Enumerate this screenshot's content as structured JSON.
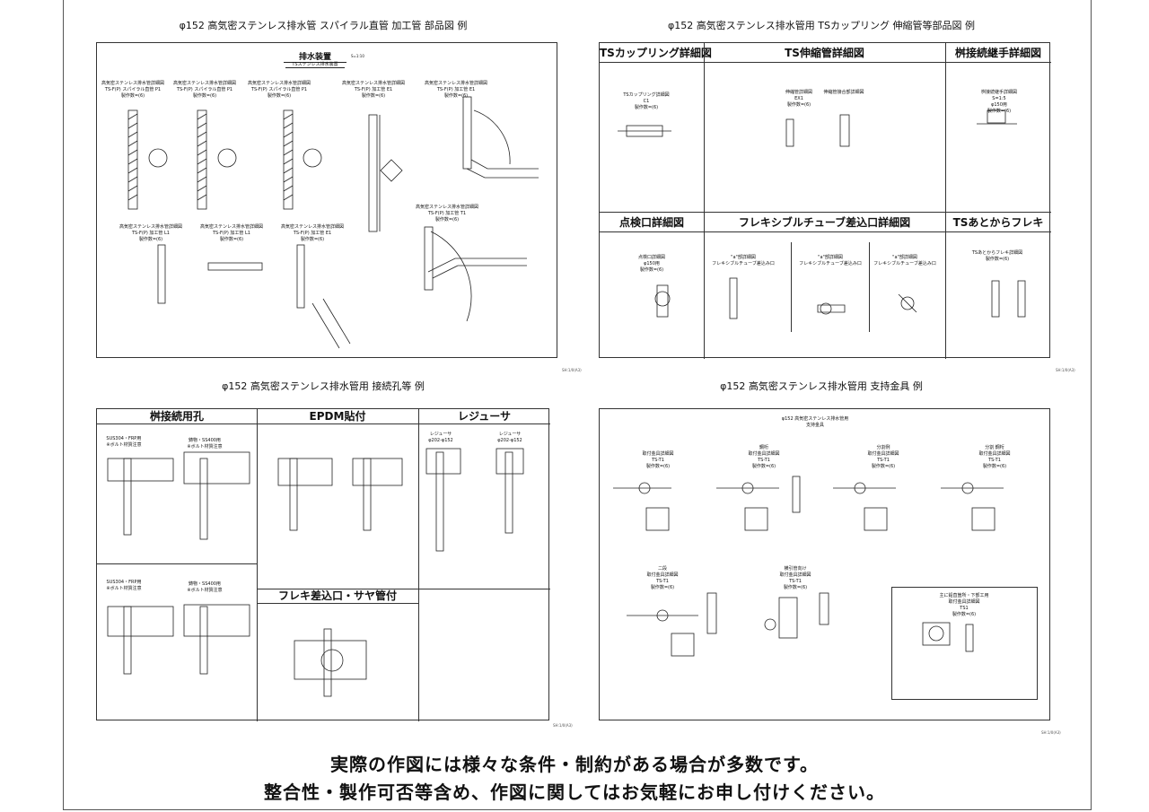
{
  "quadrants": {
    "tl": {
      "title": "φ152 高気密ステンレス排水管 スパイラル直管 加工管 部品図 例",
      "sheet_title": "排水装置",
      "sheet_sub": "TSステンレス排水装置",
      "scale": "S=1:10",
      "details": [
        {
          "label": "高気密ステンレス排水管詳細図\nTS-F(P) スパイラル直管 P1\n製作数=(6)"
        },
        {
          "label": "高気密ステンレス排水管詳細図\nTS-F(P) スパイラル直管 P1\n製作数=(6)"
        },
        {
          "label": "高気密ステンレス排水管詳細図\nTS-F(P) スパイラル直管 P1\n製作数=(6)"
        },
        {
          "label": "高気密ステンレス排水管詳細図\nTS-F(P) 加工管 E1\n製作数=(6)"
        },
        {
          "label": "高気密ステンレス排水管詳細図\nTS-F(P) 加工管 E1\n製作数=(6)"
        },
        {
          "label": "高気密ステンレス排水管詳細図\nTS-F(P) 加工管 L1\n製作数=(6)"
        },
        {
          "label": "高気密ステンレス排水管詳細図\nTS-F(P) 加工管 L1\n製作数=(6)"
        },
        {
          "label": "高気密ステンレス排水管詳細図\nTS-F(P) 加工管 E1\n製作数=(6)"
        },
        {
          "label": "高気密ステンレス排水管詳細図\nTS-F(P) 加工管 T1\n製作数=(6)"
        }
      ],
      "sheet_no": "SH:1/0(A3)"
    },
    "tr": {
      "title": "φ152 高気密ステンレス排水管用 TSカップリング 伸縮管等部品図 例",
      "headers": [
        "TSカップリング詳細図",
        "TS伸縮管詳細図",
        "桝接続継手詳細図",
        "点検口詳細図",
        "フレキシブルチューブ差込口詳細図",
        "TSあとからフレキ"
      ],
      "details": [
        "TSカップリング詳細図\nC1\n製作数=(6)",
        "伸縮管詳細図\nEX1\n製作数=(6)",
        "伸縮管接合部詳細図",
        "桝接続継手詳細図 S=1:5\nφ150用\n製作数=(6)",
        "点検口詳細図\nφ150用\n製作数=(6)",
        "\"a\"部詳細図\nフレキシブルチューブ差込み口",
        "\"a\"部詳細図\nフレキシブルチューブ差込み口",
        "\"a\"部詳細図\nフレキシブルチューブ差込み口",
        "TSあとからフレキ詳細図\n製作数=(6)"
      ],
      "sheet_no": "SH:1/0(A3)"
    },
    "bl": {
      "title": "φ152 高気密ステンレス排水管用 接続孔等 例",
      "headers": [
        "桝接続用孔",
        "EPDM貼付",
        "レジューサ",
        "フレキ差込口・サヤ管付"
      ],
      "details": [
        "SUS304・FRP用\n※ボルト材質注意",
        "鋳物・SS400用\n※ボルト材質注意",
        "SUS304・FRP用\n※ボルト材質注意",
        "鋳物・SS400用\n※ボルト材質注意",
        "レジューサ\nφ202-φ152",
        "レジューサ\nφ202-φ152"
      ],
      "sheet_no": "SH:1/0(A3)"
    },
    "br": {
      "title": "φ152 高気密ステンレス排水管用 支持金具 例",
      "sheet_title": "φ152 高気密ステンレス排水管用\n支持金具",
      "details": [
        "取付金具詳細図\nTS-T1\n製作数=(6)",
        "鋼桁\n取付金具詳細図\nTS-T1\n製作数=(6)",
        "分割例\n取付金具詳細図\nTS-T1\n製作数=(6)",
        "分割 鋼桁\n取付金具詳細図\nTS-T1\n製作数=(6)",
        "二段\n取付金具詳細図\nTS-T1\n製作数=(6)",
        "横引管向け\n取付金具詳細図\nTS-T1\n製作数=(6)",
        "主に鉛直箇所・下部工用\n取付金具詳細図\nTS1\n製作数=(6)"
      ],
      "sheet_no": "SH:1/0(A3)"
    }
  },
  "footer": {
    "line1": "実際の作図には様々な条件・制約がある場合が多数です。",
    "line2": "整合性・製作可否等含め、作図に関してはお気軽にお申し付けください。"
  }
}
